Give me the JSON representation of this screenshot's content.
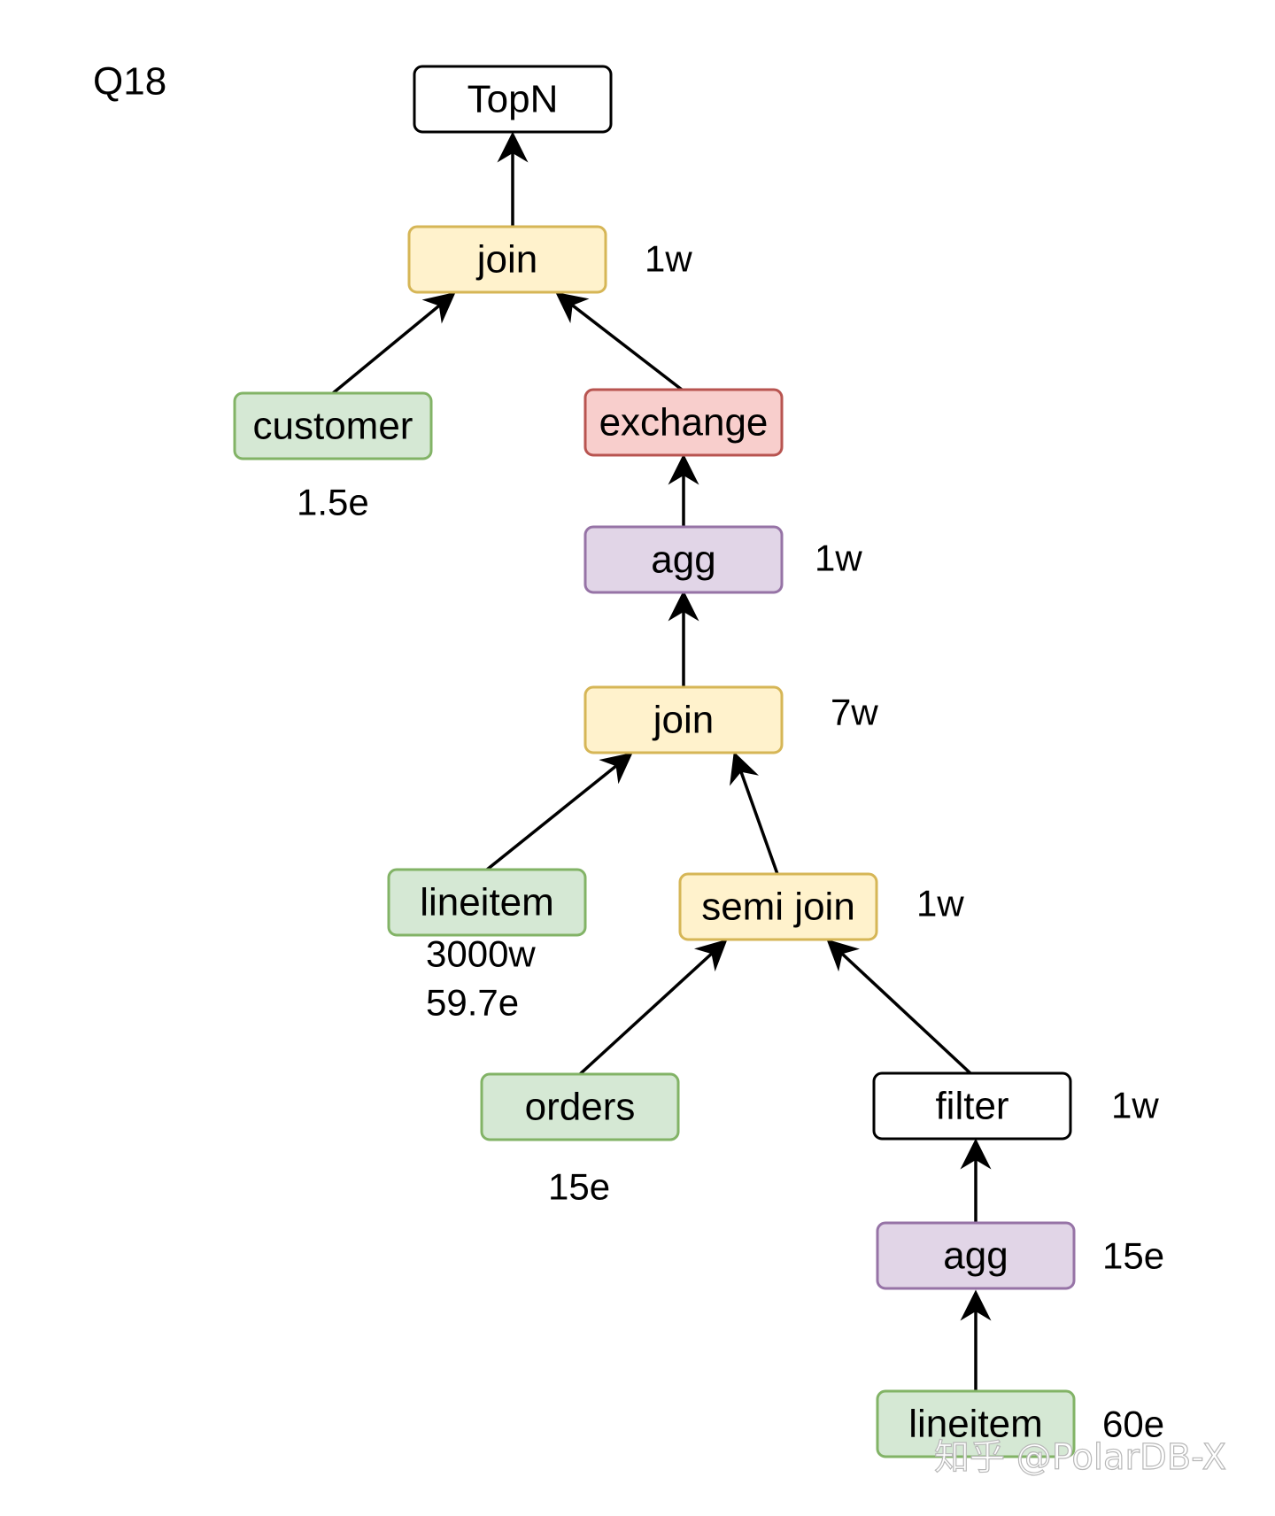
{
  "title": "Q18",
  "colors": {
    "white": {
      "fill": "#ffffff",
      "stroke": "#000000"
    },
    "yellow": {
      "fill": "#fff2cc",
      "stroke": "#d6b656"
    },
    "green": {
      "fill": "#d5e8d4",
      "stroke": "#82b366"
    },
    "red": {
      "fill": "#f8cecc",
      "stroke": "#b85450"
    },
    "purple": {
      "fill": "#e1d5e7",
      "stroke": "#9673a6"
    }
  },
  "nodes": [
    {
      "id": "topn",
      "label": "TopN",
      "color": "white"
    },
    {
      "id": "join1",
      "label": "join",
      "color": "yellow"
    },
    {
      "id": "customer",
      "label": "customer",
      "color": "green"
    },
    {
      "id": "exchange",
      "label": "exchange",
      "color": "red"
    },
    {
      "id": "agg1",
      "label": "agg",
      "color": "purple"
    },
    {
      "id": "join2",
      "label": "join",
      "color": "yellow"
    },
    {
      "id": "lineitem1",
      "label": "lineitem",
      "color": "green"
    },
    {
      "id": "semijoin",
      "label": "semi join",
      "color": "yellow"
    },
    {
      "id": "orders",
      "label": "orders",
      "color": "green"
    },
    {
      "id": "filter",
      "label": "filter",
      "color": "white"
    },
    {
      "id": "agg2",
      "label": "agg",
      "color": "purple"
    },
    {
      "id": "lineitem2",
      "label": "lineitem",
      "color": "green"
    }
  ],
  "edges": [
    {
      "from": "join1",
      "to": "topn"
    },
    {
      "from": "customer",
      "to": "join1"
    },
    {
      "from": "exchange",
      "to": "join1"
    },
    {
      "from": "agg1",
      "to": "exchange"
    },
    {
      "from": "join2",
      "to": "agg1"
    },
    {
      "from": "lineitem1",
      "to": "join2"
    },
    {
      "from": "semijoin",
      "to": "join2"
    },
    {
      "from": "orders",
      "to": "semijoin"
    },
    {
      "from": "filter",
      "to": "semijoin"
    },
    {
      "from": "agg2",
      "to": "filter"
    },
    {
      "from": "lineitem2",
      "to": "agg2"
    }
  ],
  "annotations": [
    {
      "id": "ann-join1",
      "text": "1w"
    },
    {
      "id": "ann-customer",
      "text": "1.5e"
    },
    {
      "id": "ann-agg1",
      "text": "1w"
    },
    {
      "id": "ann-join2",
      "text": "7w"
    },
    {
      "id": "ann-lineitem1-rows",
      "text": "3000w"
    },
    {
      "id": "ann-lineitem1-size",
      "text": "59.7e"
    },
    {
      "id": "ann-semijoin",
      "text": "1w"
    },
    {
      "id": "ann-orders",
      "text": "15e"
    },
    {
      "id": "ann-filter",
      "text": "1w"
    },
    {
      "id": "ann-agg2",
      "text": "15e"
    },
    {
      "id": "ann-lineitem2",
      "text": "60e"
    }
  ],
  "watermark": "知乎 @PolarDB-X"
}
